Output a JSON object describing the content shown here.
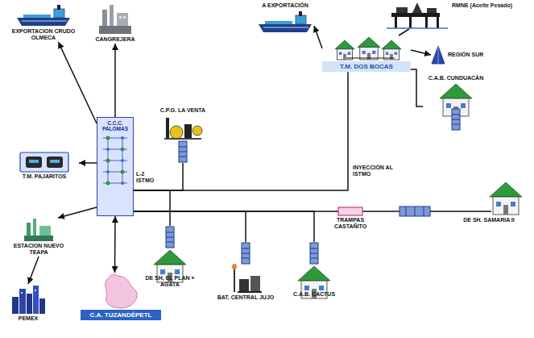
{
  "diagram": {
    "nodes": [
      {
        "text": [
          "EXPORTACION CRUDO OLMECA"
        ]
      },
      {
        "text": [
          "CANGREJERA"
        ]
      },
      {
        "text": [
          "A EXPORTACIÓN"
        ]
      },
      {
        "text": [
          "RMNE (Aceite Pesado)"
        ]
      },
      {
        "text": [
          "T.M. DOS BOCAS"
        ]
      },
      {
        "text": [
          "REGIÓN SUR"
        ]
      },
      {
        "text": [
          "C.A.B. CUNDUACÁN"
        ]
      },
      {
        "text": [
          "C.P.G. LA VENTA"
        ]
      },
      {
        "text": [
          "T.M. PAJARITOS"
        ]
      },
      {
        "text": [
          "C.C.C. PALOMAS"
        ]
      },
      {
        "text": [
          "TRAMPAS CASTAÑITO"
        ]
      },
      {
        "text": [
          "DE SH. SAMARIA II"
        ]
      },
      {
        "text": [
          "ESTACION NUEVO TEAPA"
        ]
      },
      {
        "text": [
          "DE SH. EL PLAN + AGATA"
        ]
      },
      {
        "text": [
          "BAT. CENTRAL JUJO"
        ]
      },
      {
        "text": [
          "C.A.B. CACTUS"
        ]
      },
      {
        "text": [
          "PEMEX"
        ]
      },
      {
        "text": [
          "C.A. TUZANDÉPETL"
        ]
      }
    ],
    "edges": [
      {
        "from": 9,
        "to": 0,
        "arrow": "to"
      },
      {
        "from": 9,
        "to": 1,
        "arrow": "to"
      },
      {
        "from": 9,
        "to": 8,
        "arrow": "to"
      },
      {
        "from": 9,
        "to": 12,
        "arrow": "to"
      },
      {
        "from": 12,
        "to": 16,
        "arrow": "to"
      },
      {
        "from": 9,
        "to": 17,
        "arrow": "both"
      },
      {
        "from": 7,
        "to": 9,
        "arrow": "none"
      },
      {
        "from": 4,
        "to": 9,
        "arrow": "none"
      },
      {
        "from": 13,
        "to": 9,
        "arrow": "none"
      },
      {
        "from": 14,
        "to": 9,
        "arrow": "none"
      },
      {
        "from": 15,
        "to": 9,
        "arrow": "none"
      },
      {
        "from": 10,
        "to": 9,
        "arrow": "none"
      },
      {
        "from": 11,
        "to": 10,
        "arrow": "none"
      },
      {
        "from": 6,
        "to": 4,
        "arrow": "none"
      },
      {
        "from": 4,
        "to": 2,
        "arrow": "to"
      },
      {
        "from": 3,
        "to": 4,
        "arrow": "none"
      },
      {
        "from": 4,
        "to": 5,
        "arrow": "to"
      }
    ],
    "labels": [
      "L-2 ISTMO",
      "INYECCIÓN AL ISTMO"
    ]
  }
}
